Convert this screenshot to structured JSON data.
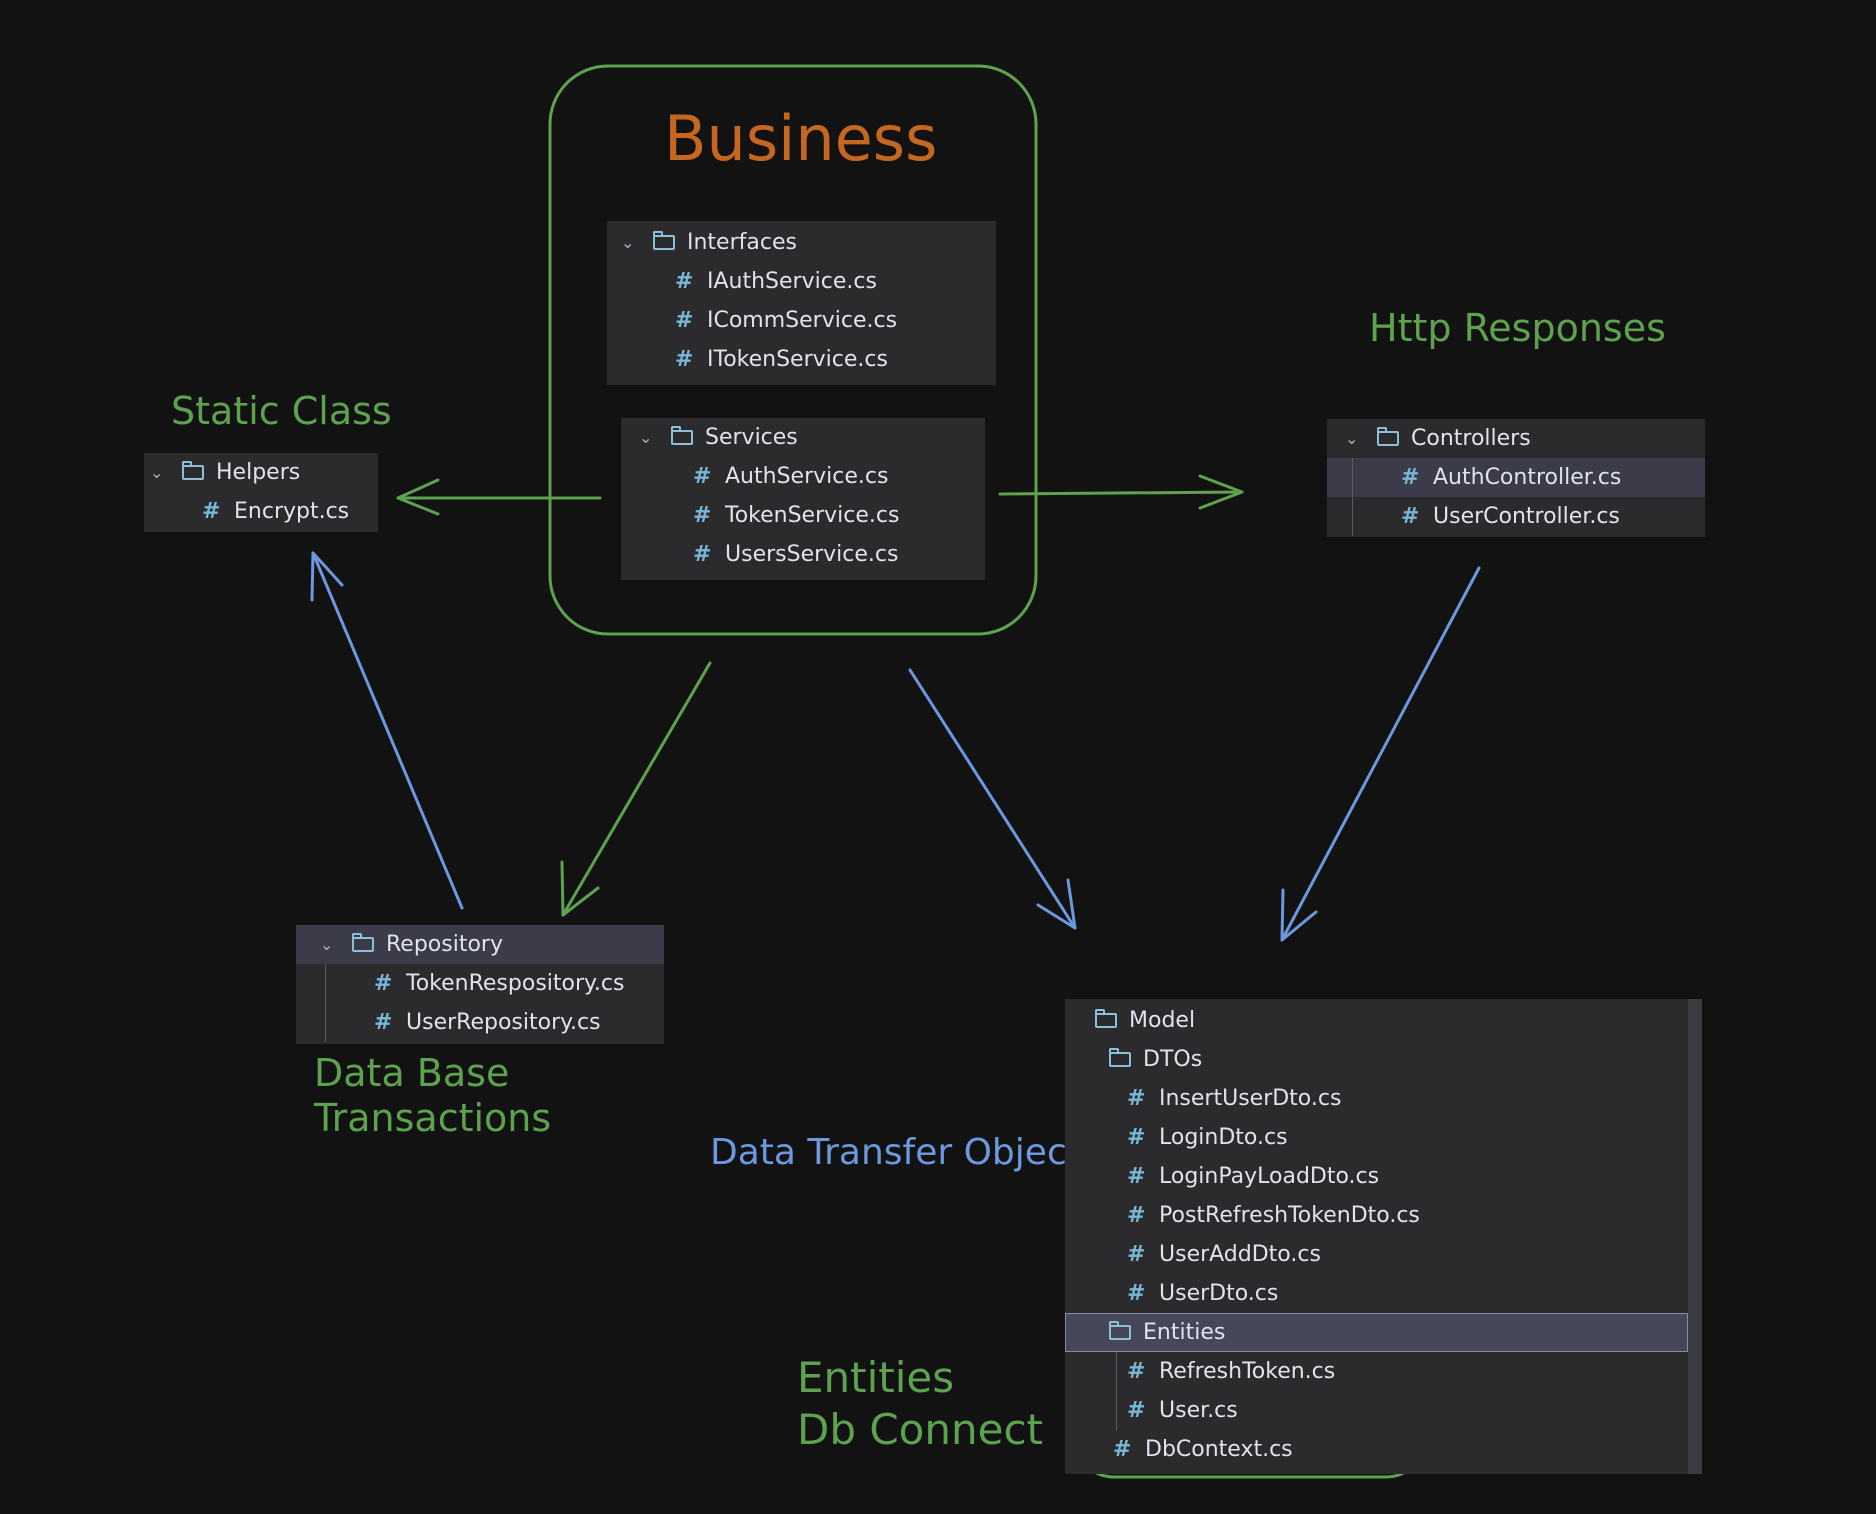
{
  "labels": {
    "business": "Business",
    "static_class": "Static Class",
    "http_responses": "Http Responses",
    "db_transactions": [
      "Data Base",
      "Transactions"
    ],
    "dto": "Data Transfer Object",
    "entities": [
      "Entities",
      "Db Connect"
    ]
  },
  "trees": {
    "interfaces": {
      "folder": "Interfaces",
      "files": [
        "IAuthService.cs",
        "ICommService.cs",
        "ITokenService.cs"
      ]
    },
    "services": {
      "folder": "Services",
      "files": [
        "AuthService.cs",
        "TokenService.cs",
        "UsersService.cs"
      ]
    },
    "helpers": {
      "folder": "Helpers",
      "files": [
        "Encrypt.cs"
      ]
    },
    "controllers": {
      "folder": "Controllers",
      "files": [
        "AuthController.cs",
        "UserController.cs"
      ]
    },
    "repository": {
      "folder": "Repository",
      "files": [
        "TokenRespository.cs",
        "UserRepository.cs"
      ]
    },
    "model": {
      "folder": "Model",
      "dtos_folder": "DTOs",
      "dtos": [
        "InsertUserDto.cs",
        "LoginDto.cs",
        "LoginPayLoadDto.cs",
        "PostRefreshTokenDto.cs",
        "UserAddDto.cs",
        "UserDto.cs"
      ],
      "entities_folder": "Entities",
      "entities": [
        "RefreshToken.cs",
        "User.cs"
      ],
      "root_file": "DbContext.cs"
    }
  },
  "colors": {
    "background": "#121212",
    "green": "#5da24e",
    "blue": "#6b98de",
    "orange": "#c5671e",
    "panel": "#2b2b2d"
  },
  "icons": {
    "folder": "folder-icon",
    "file": "hash-icon",
    "expand": "chevron-down-icon"
  }
}
